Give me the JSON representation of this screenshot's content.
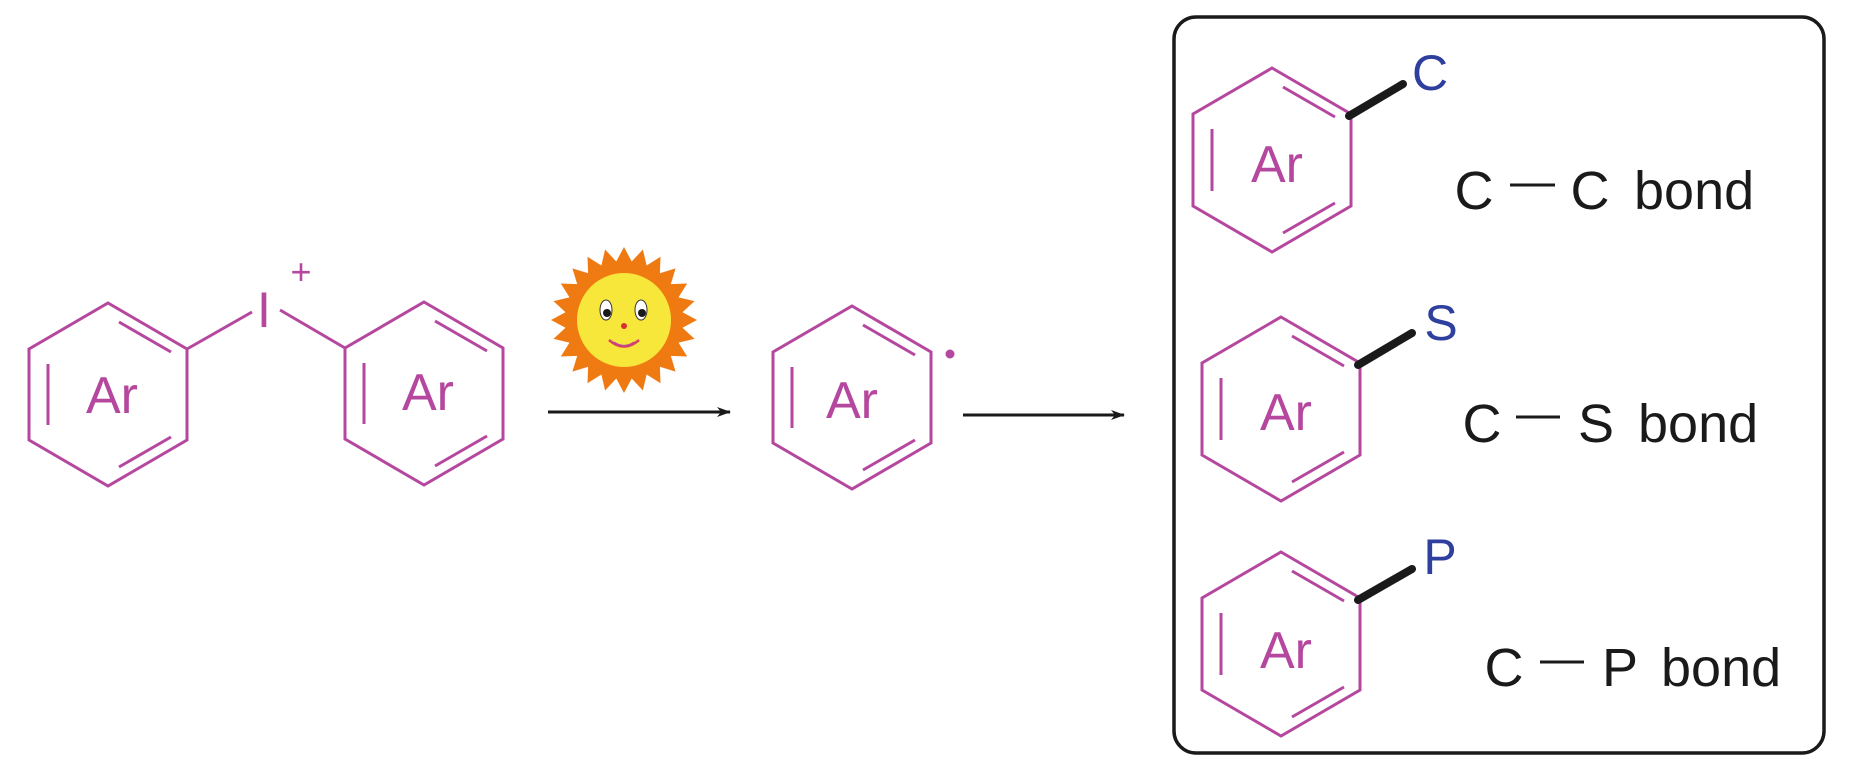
{
  "colors": {
    "ring": "#b5479f",
    "heteroatom": "#2f3f9e",
    "text": "#1a1a1a",
    "bold_bond": "#1a1a1a",
    "box_border": "#1a1a1a",
    "sun_rays": "#f07a12",
    "sun_face": "#f7e73a"
  },
  "reactant": {
    "left_ring_label": "Ar",
    "iodine_label": "I",
    "charge_label": "+",
    "right_ring_label": "Ar"
  },
  "light_source": {
    "icon": "sun-icon"
  },
  "intermediate": {
    "ring_label": "Ar",
    "radical_label": "•"
  },
  "products": [
    {
      "ring_label": "Ar",
      "atom": "C",
      "bond_left": "C",
      "bond_right": "C",
      "bond_word": "bond"
    },
    {
      "ring_label": "Ar",
      "atom": "S",
      "bond_left": "C",
      "bond_right": "S",
      "bond_word": "bond"
    },
    {
      "ring_label": "Ar",
      "atom": "P",
      "bond_left": "C",
      "bond_right": "P",
      "bond_word": "bond"
    }
  ]
}
